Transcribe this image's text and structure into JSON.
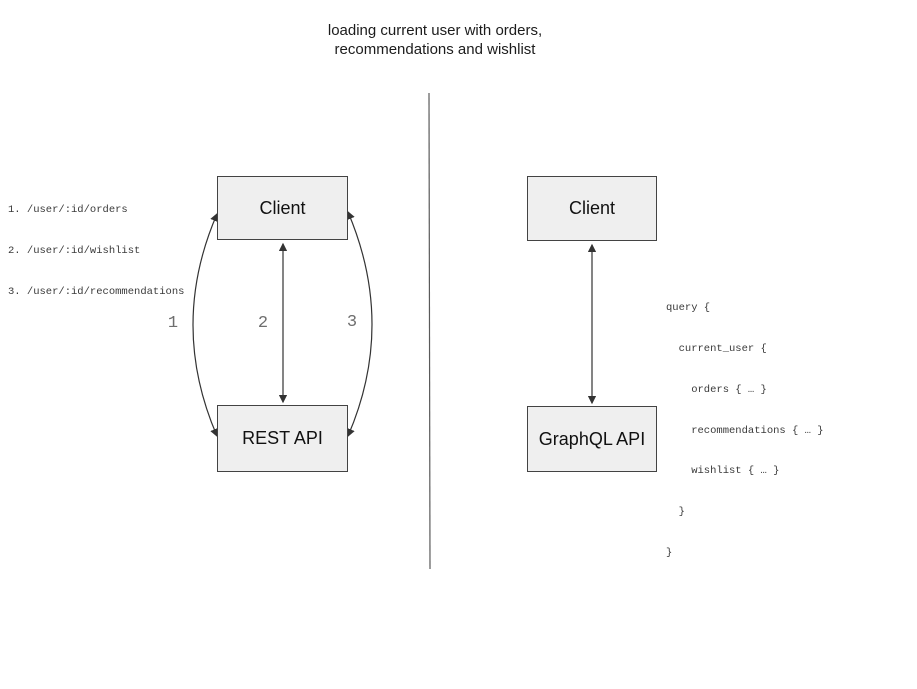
{
  "title": {
    "line1": "loading current user with orders,",
    "line2": "recommendations and wishlist"
  },
  "left_panel": {
    "endpoints": [
      "1. /user/:id/orders",
      "2. /user/:id/wishlist",
      "3. /user/:id/recommendations"
    ],
    "client_label": "Client",
    "api_label": "REST API",
    "arrow_labels": [
      "1",
      "2",
      "3"
    ]
  },
  "right_panel": {
    "client_label": "Client",
    "api_label": "GraphQL API",
    "query_lines": [
      "query {",
      "  current_user {",
      "    orders { … }",
      "    recommendations { … }",
      "    wishlist { … }",
      "  }",
      "}"
    ]
  },
  "colors": {
    "box_fill": "#efefef",
    "box_border": "#434343",
    "arrow": "#333333",
    "divider": "#5a5a5a",
    "code_text": "#3a3a3a",
    "arrow_label_text": "#6e6e6e",
    "title_text": "#1c1c1c"
  }
}
